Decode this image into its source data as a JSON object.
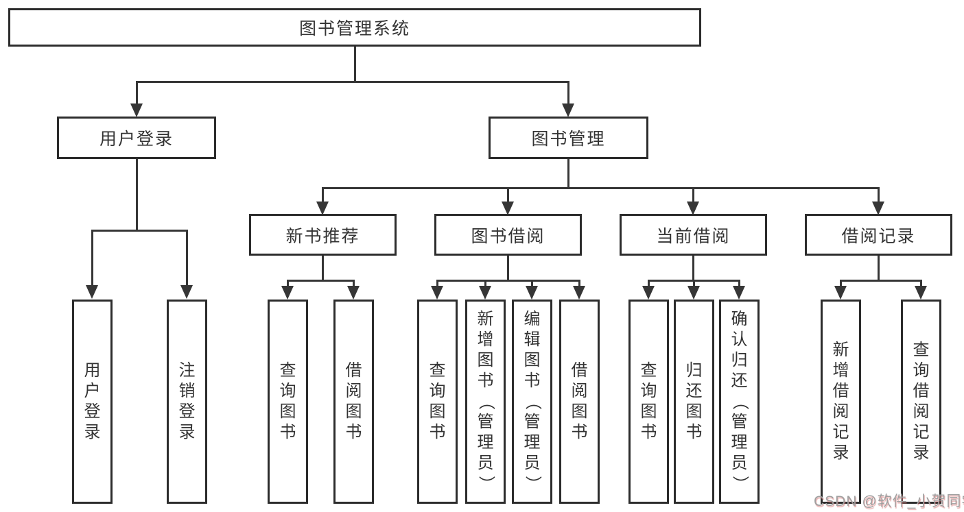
{
  "tree": {
    "root": {
      "label": "图书管理系统",
      "children": [
        {
          "label": "用户登录",
          "children": [
            {
              "label": "用户登录"
            },
            {
              "label": "注销登录"
            }
          ]
        },
        {
          "label": "图书管理",
          "children": [
            {
              "label": "新书推荐",
              "children": [
                {
                  "label": "查询图书"
                },
                {
                  "label": "借阅图书"
                }
              ]
            },
            {
              "label": "图书借阅",
              "children": [
                {
                  "label": "查询图书"
                },
                {
                  "label": "新增图书（管理员）"
                },
                {
                  "label": "编辑图书（管理员）"
                },
                {
                  "label": "借阅图书"
                }
              ]
            },
            {
              "label": "当前借阅",
              "children": [
                {
                  "label": "查询图书"
                },
                {
                  "label": "归还图书"
                },
                {
                  "label": "确认归还（管理员）"
                }
              ]
            },
            {
              "label": "借阅记录",
              "children": [
                {
                  "label": "新增借阅记录"
                },
                {
                  "label": "查询借阅记录"
                }
              ]
            }
          ]
        }
      ]
    }
  },
  "watermark": {
    "text": "CSDN @软件_小贺同学"
  },
  "colors": {
    "line": "#363636",
    "box_border": "#2c2c2c",
    "text": "#333333",
    "background": "#ffffff",
    "watermark_text": "#a0a0a0",
    "watermark_shadow": "#d66868"
  }
}
